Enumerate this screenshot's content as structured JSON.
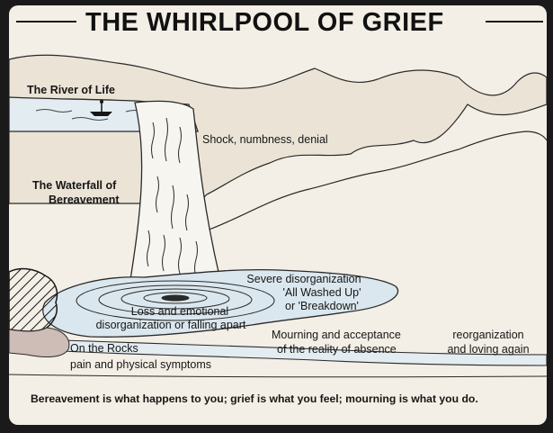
{
  "title": "THE WHIRLPOOL OF GRIEF",
  "labels": {
    "river": "The River of Life",
    "waterfall_line1": "The Waterfall of",
    "waterfall_line2": "Bereavement",
    "shock": "Shock, numbness, denial",
    "severe_line1": "Severe disorganization",
    "severe_line2": "'All Washed Up'",
    "severe_line3": "or 'Breakdown'",
    "loss_line1": "Loss and emotional",
    "loss_line2": "disorganization or falling apart",
    "mourning_line1": "Mourning and acceptance",
    "mourning_line2": "of the reality of absence",
    "reorg_line1": "reorganization",
    "reorg_line2": "and loving again",
    "rocks_line1": "On the Rocks",
    "rocks_line2": "pain and physical symptoms"
  },
  "caption": "Bereavement is what happens to you; grief is what you feel; mourning is what you do.",
  "colors": {
    "paper": "#f3efe6",
    "ink": "#161616",
    "water": "#d8e6ef",
    "rocks": "#c9b8b2",
    "mountains": "#e8e0d2"
  },
  "icons": [
    "boat-icon",
    "hatched-rocks-icon"
  ]
}
